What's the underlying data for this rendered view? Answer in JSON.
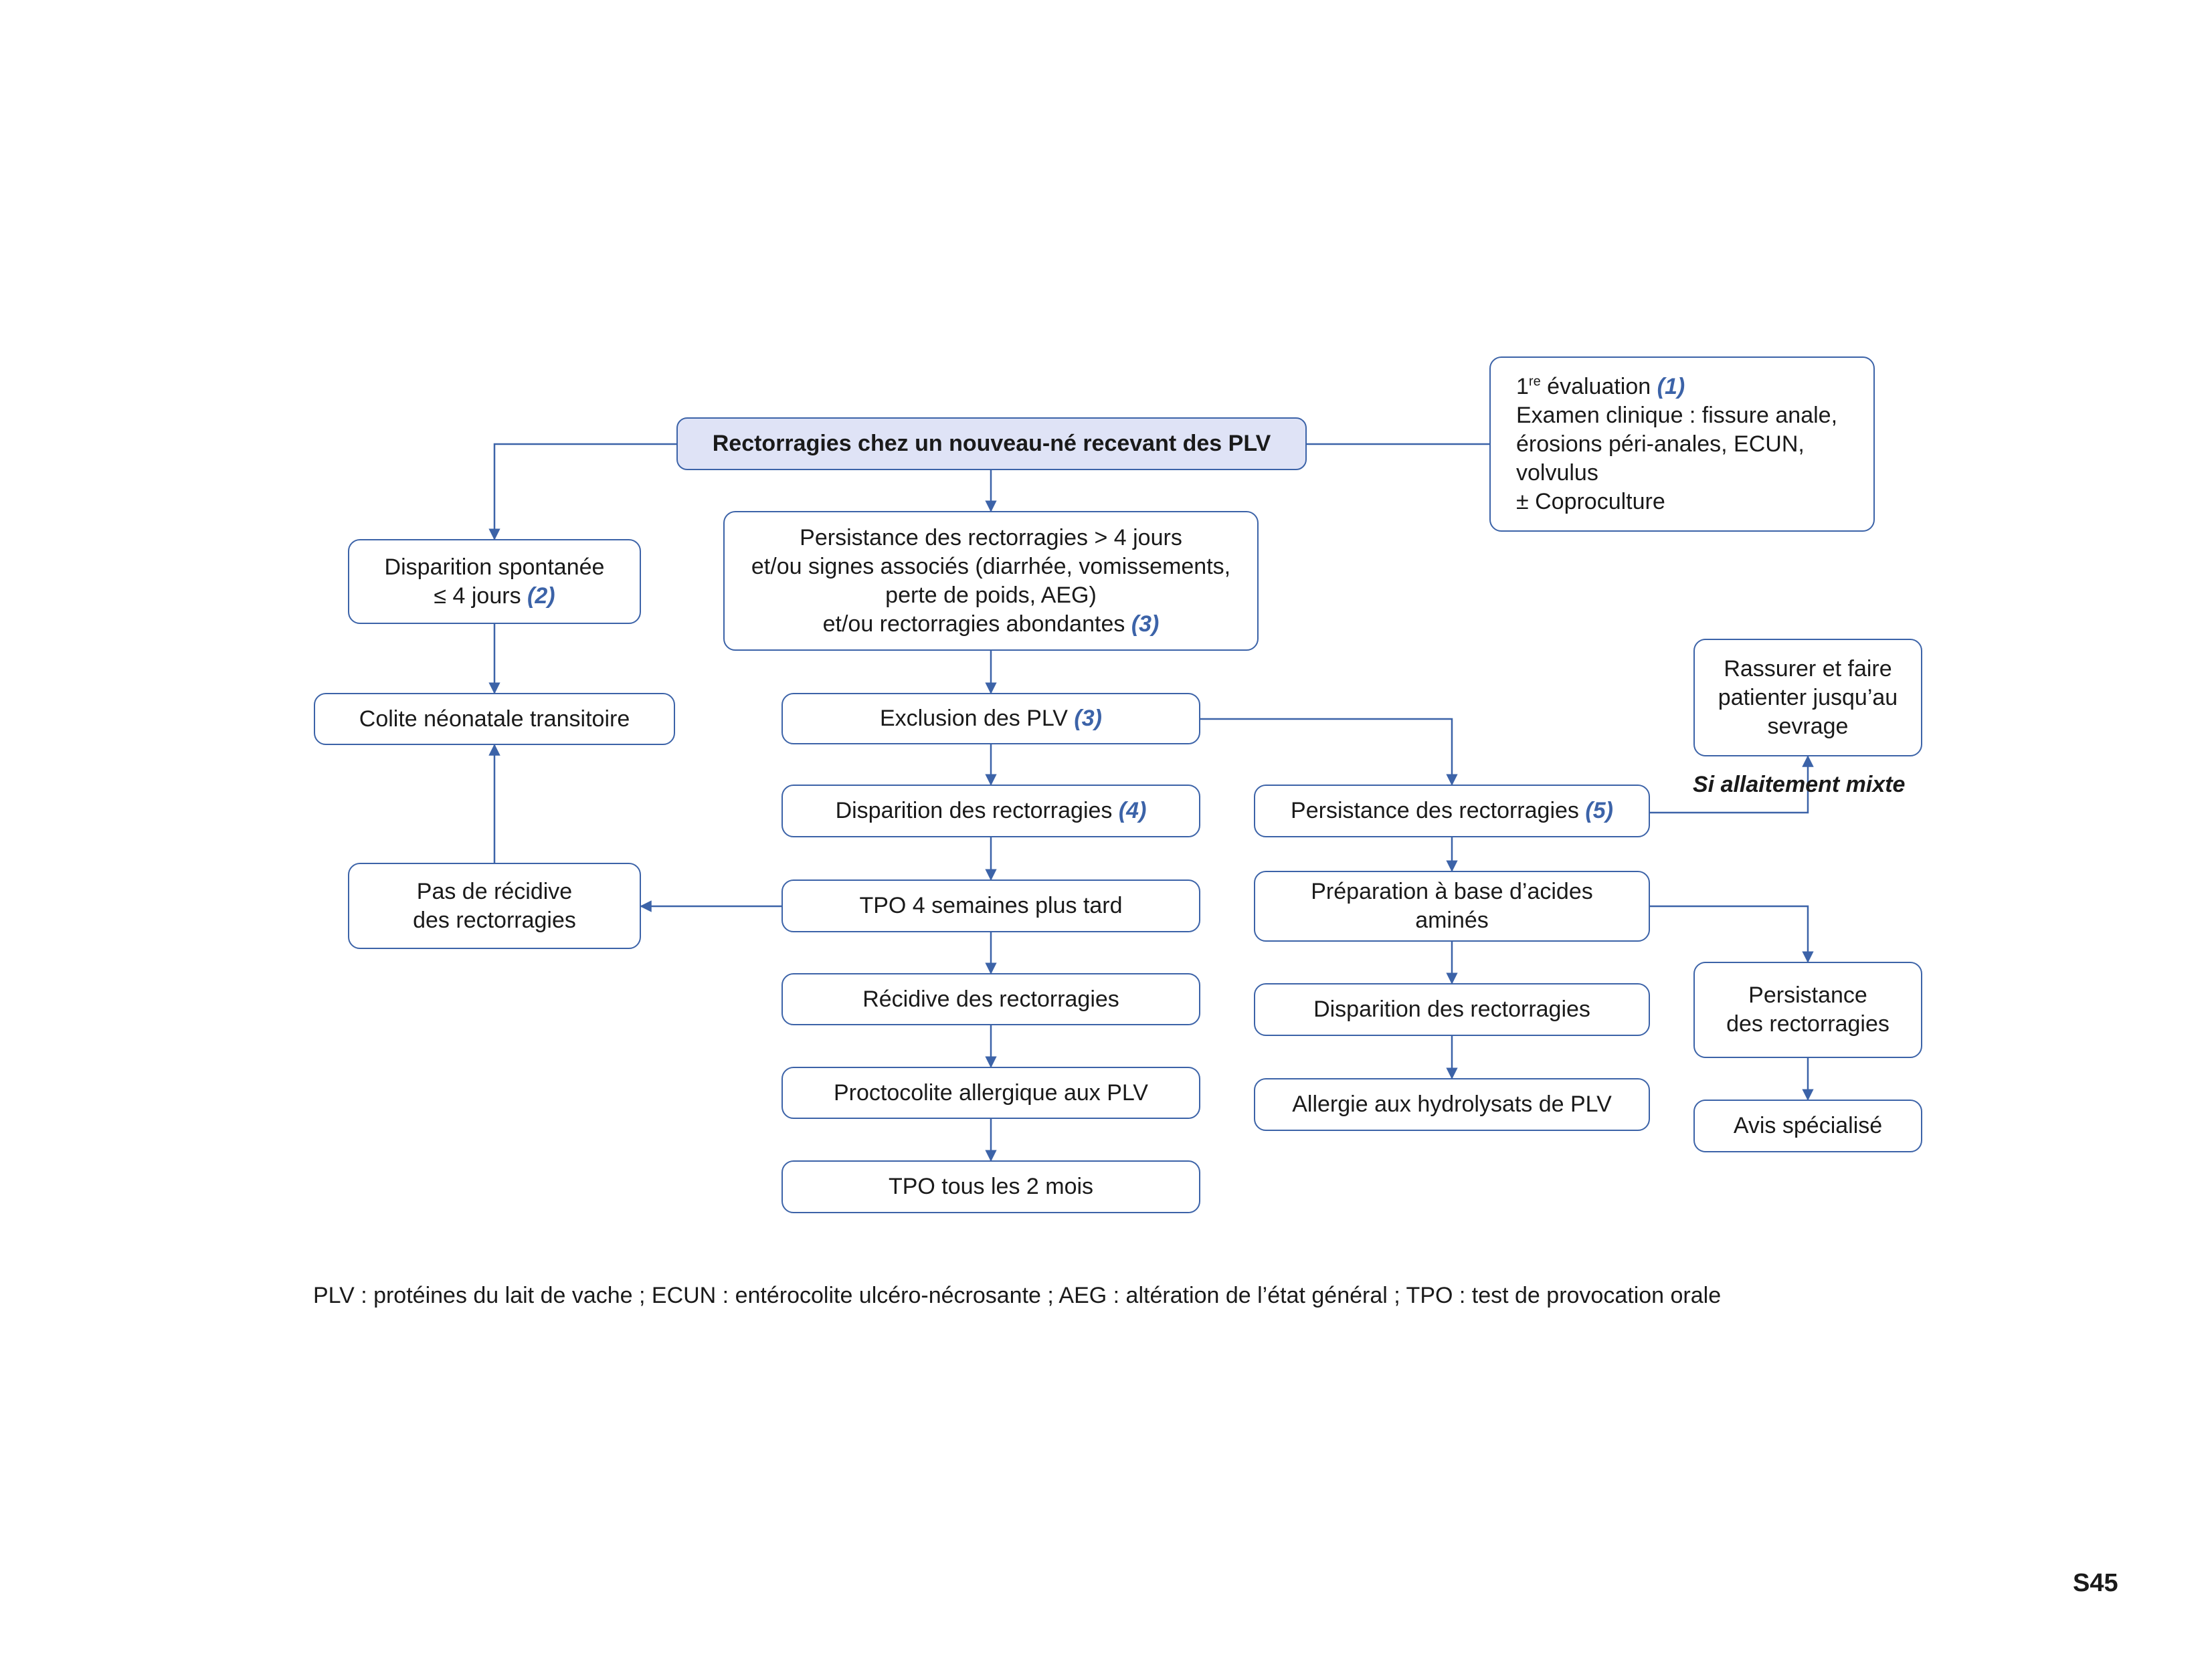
{
  "accent_color": "#3c63a8",
  "start_fill": "#dfe3f6",
  "nodes": {
    "start": {
      "text": "Rectorragies chez un nouveau-né recevant des PLV"
    },
    "eval": {
      "l1_pre": "1",
      "l1_sup": "re",
      "l1_post": " évaluation",
      "l1_ref": "(1)",
      "l2": "Examen clinique : fissure anale,",
      "l3": "érosions péri-anales, ECUN,",
      "l4": "volvulus",
      "l5": "± Coproculture"
    },
    "spont": {
      "l1": "Disparition spontanée",
      "l2": "≤ 4 jours",
      "ref": "(2)"
    },
    "persist_main": {
      "l1": "Persistance des rectorragies > 4 jours",
      "l2": "et/ou signes associés (diarrhée, vomissements,",
      "l3": "perte de poids, AEG)",
      "l4": "et/ou rectorragies abondantes",
      "ref": "(3)"
    },
    "colite": {
      "text": "Colite néonatale transitoire"
    },
    "exclusion": {
      "text": "Exclusion des PLV",
      "ref": "(3)"
    },
    "rassurer": {
      "l1": "Rassurer et faire",
      "l2": "patienter jusqu’au",
      "l3": "sevrage"
    },
    "disp4": {
      "text": "Disparition des rectorragies",
      "ref": "(4)"
    },
    "pers5": {
      "text": "Persistance des rectorragies",
      "ref": "(5)"
    },
    "pasrec": {
      "l1": "Pas de récidive",
      "l2": "des rectorragies"
    },
    "tpo4": {
      "text": "TPO 4 semaines plus tard"
    },
    "prep": {
      "l1": "Préparation à base d’acides",
      "l2": "aminés"
    },
    "recidive": {
      "text": "Récidive des rectorragies"
    },
    "disp2": {
      "text": "Disparition des rectorragies"
    },
    "persist3": {
      "l1": "Persistance",
      "l2": "des rectorragies"
    },
    "procto": {
      "text": "Proctocolite allergique aux PLV"
    },
    "allergie": {
      "text": "Allergie aux hydrolysats de PLV"
    },
    "avis": {
      "text": "Avis spécialisé"
    },
    "tpo2": {
      "text": "TPO tous les 2 mois"
    }
  },
  "label_mixte": "Si allaitement mixte",
  "footnote": "PLV : protéines du lait de vache ; ECUN : entérocolite ulcéro-nécrosante ; AEG : altération de l’état général ; TPO : test de provocation orale",
  "page_number": "S45"
}
